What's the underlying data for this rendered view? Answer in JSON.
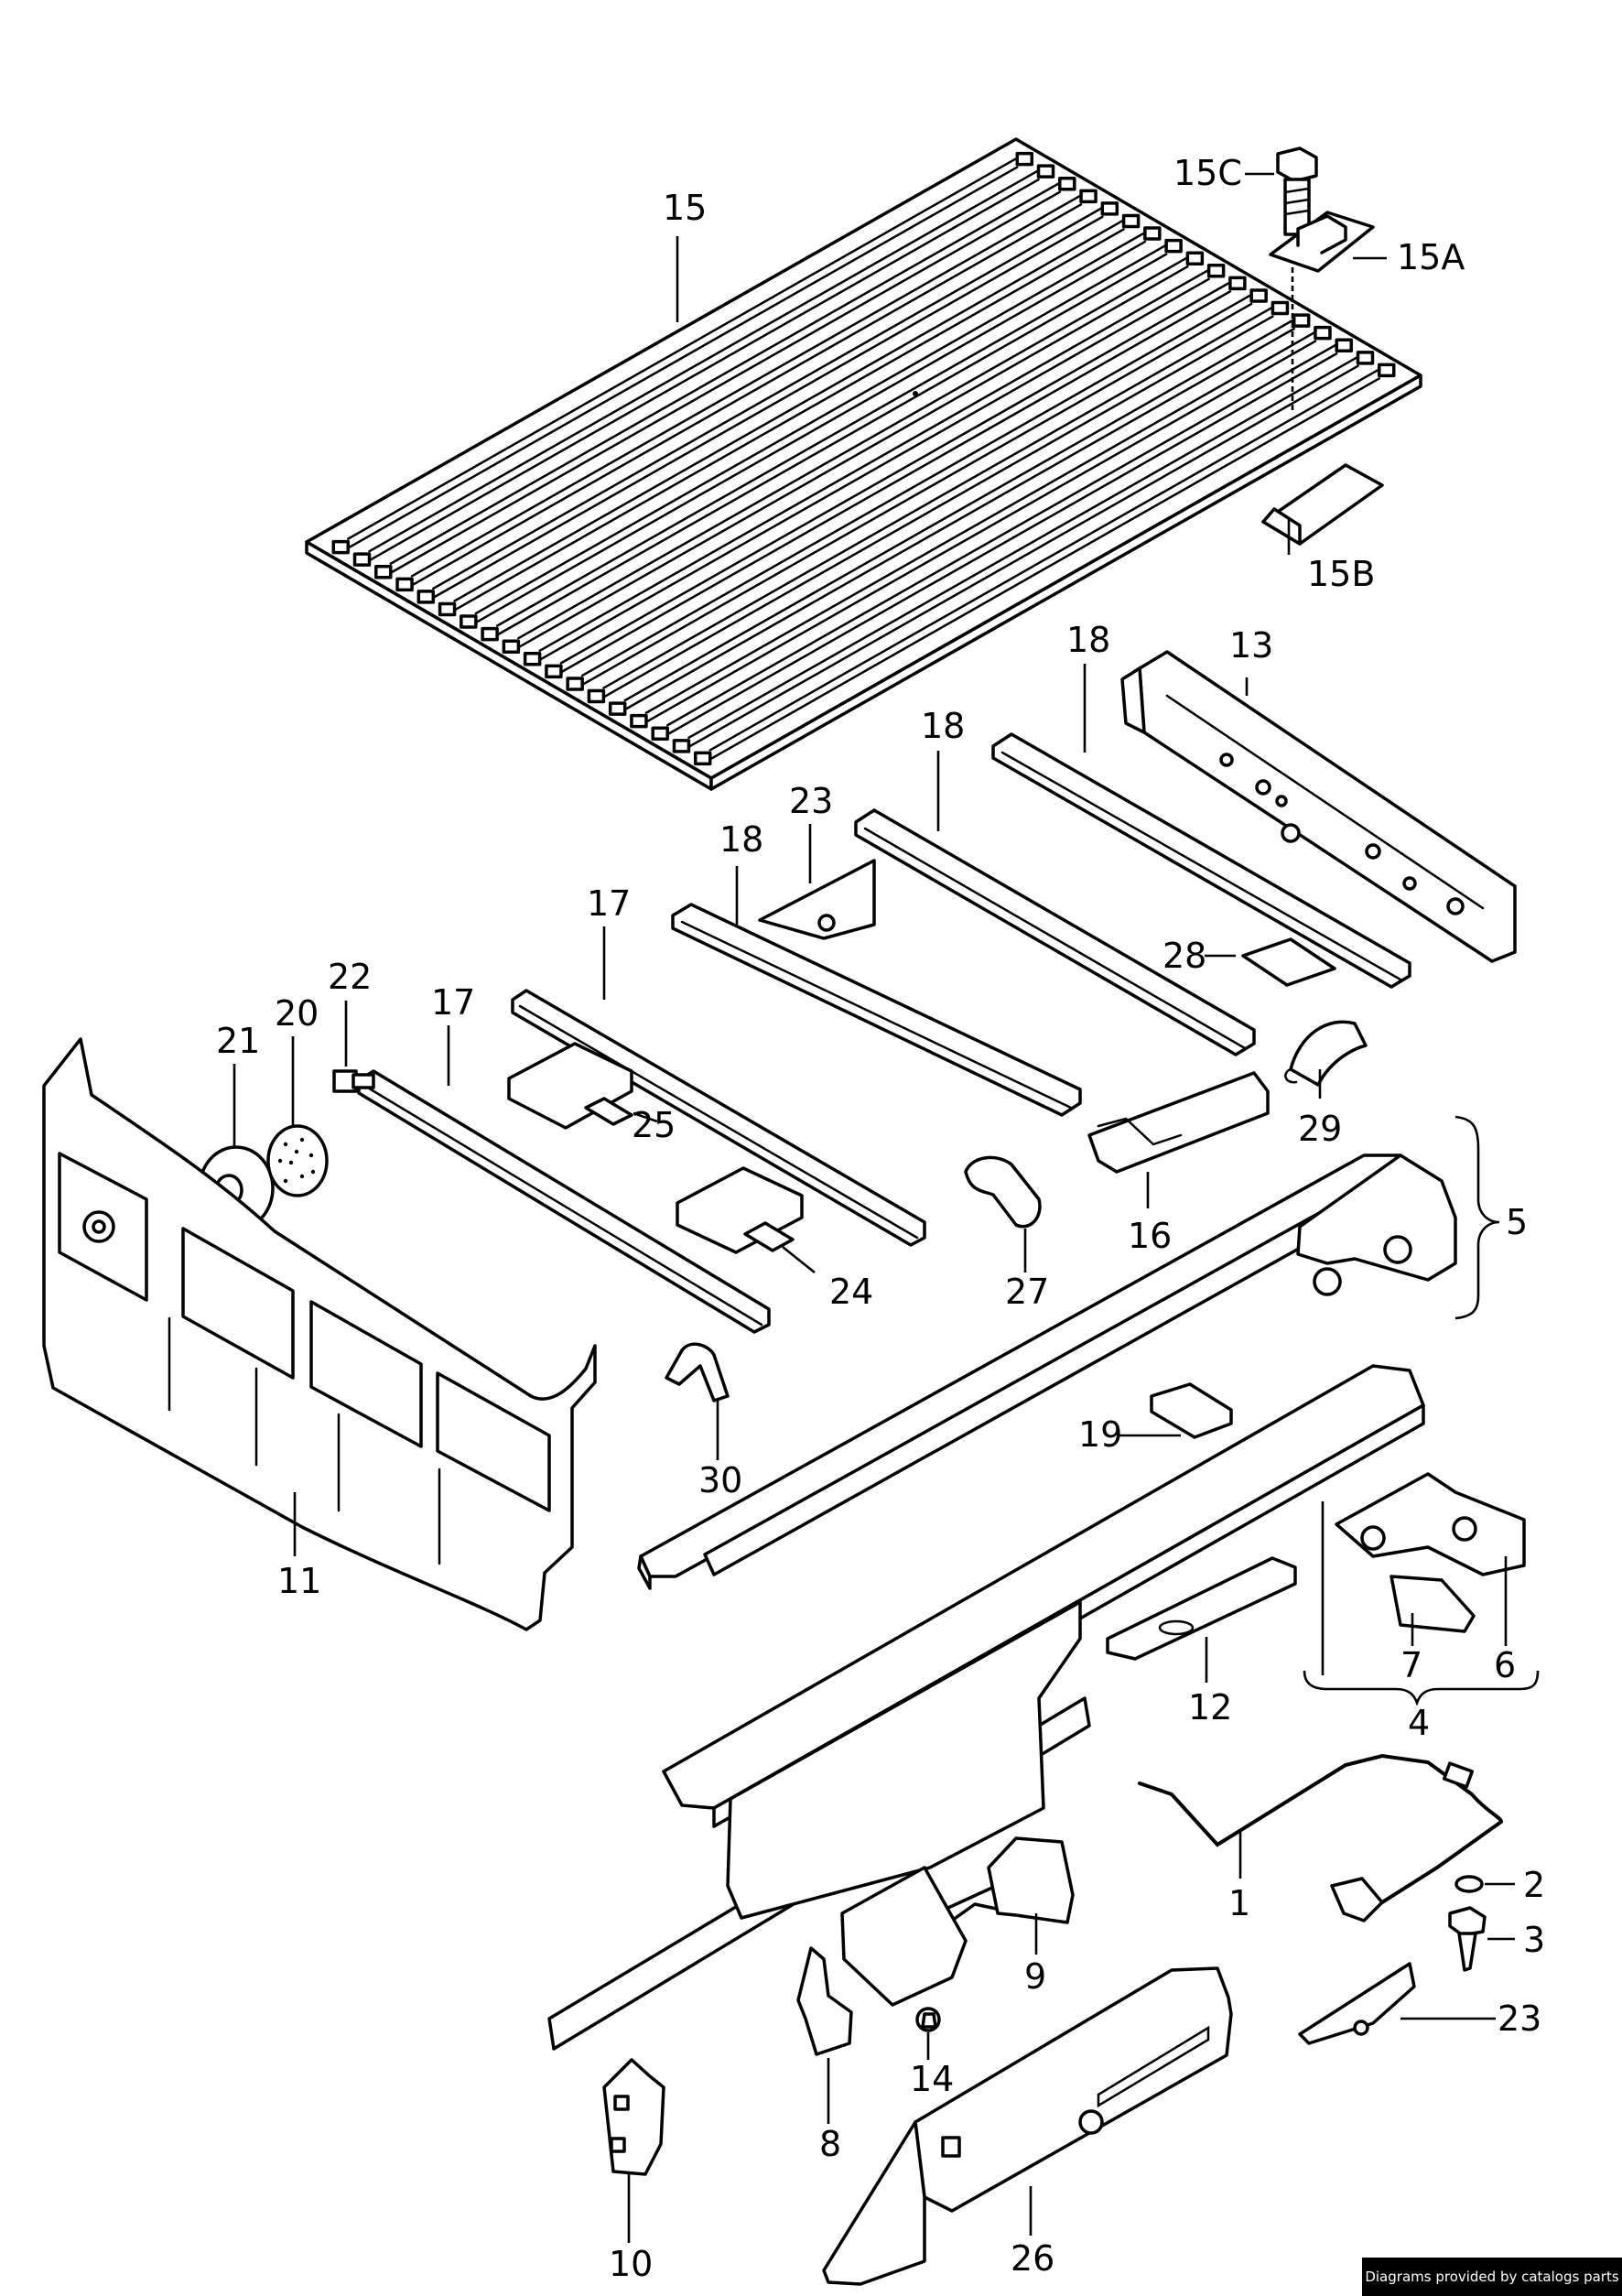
{
  "labels": {
    "l15": "15",
    "l15c": "15C",
    "l15a": "15A",
    "l15b": "15B",
    "l13": "13",
    "l18a": "18",
    "l18b": "18",
    "l18c": "18",
    "l23a": "23",
    "l17a": "17",
    "l17b": "17",
    "l22": "22",
    "l20": "20",
    "l21": "21",
    "l28": "28",
    "l29": "29",
    "l25": "25",
    "l24": "24",
    "l27": "27",
    "l16": "16",
    "l5": "5",
    "l30": "30",
    "l11": "11",
    "l19": "19",
    "l12": "12",
    "l7": "7",
    "l6": "6",
    "l4": "4",
    "l1": "1",
    "l2": "2",
    "l3": "3",
    "l23b": "23",
    "l9": "9",
    "l14": "14",
    "l8": "8",
    "l10": "10",
    "l26": "26"
  },
  "credit": "Diagrams provided by catalogs parts"
}
